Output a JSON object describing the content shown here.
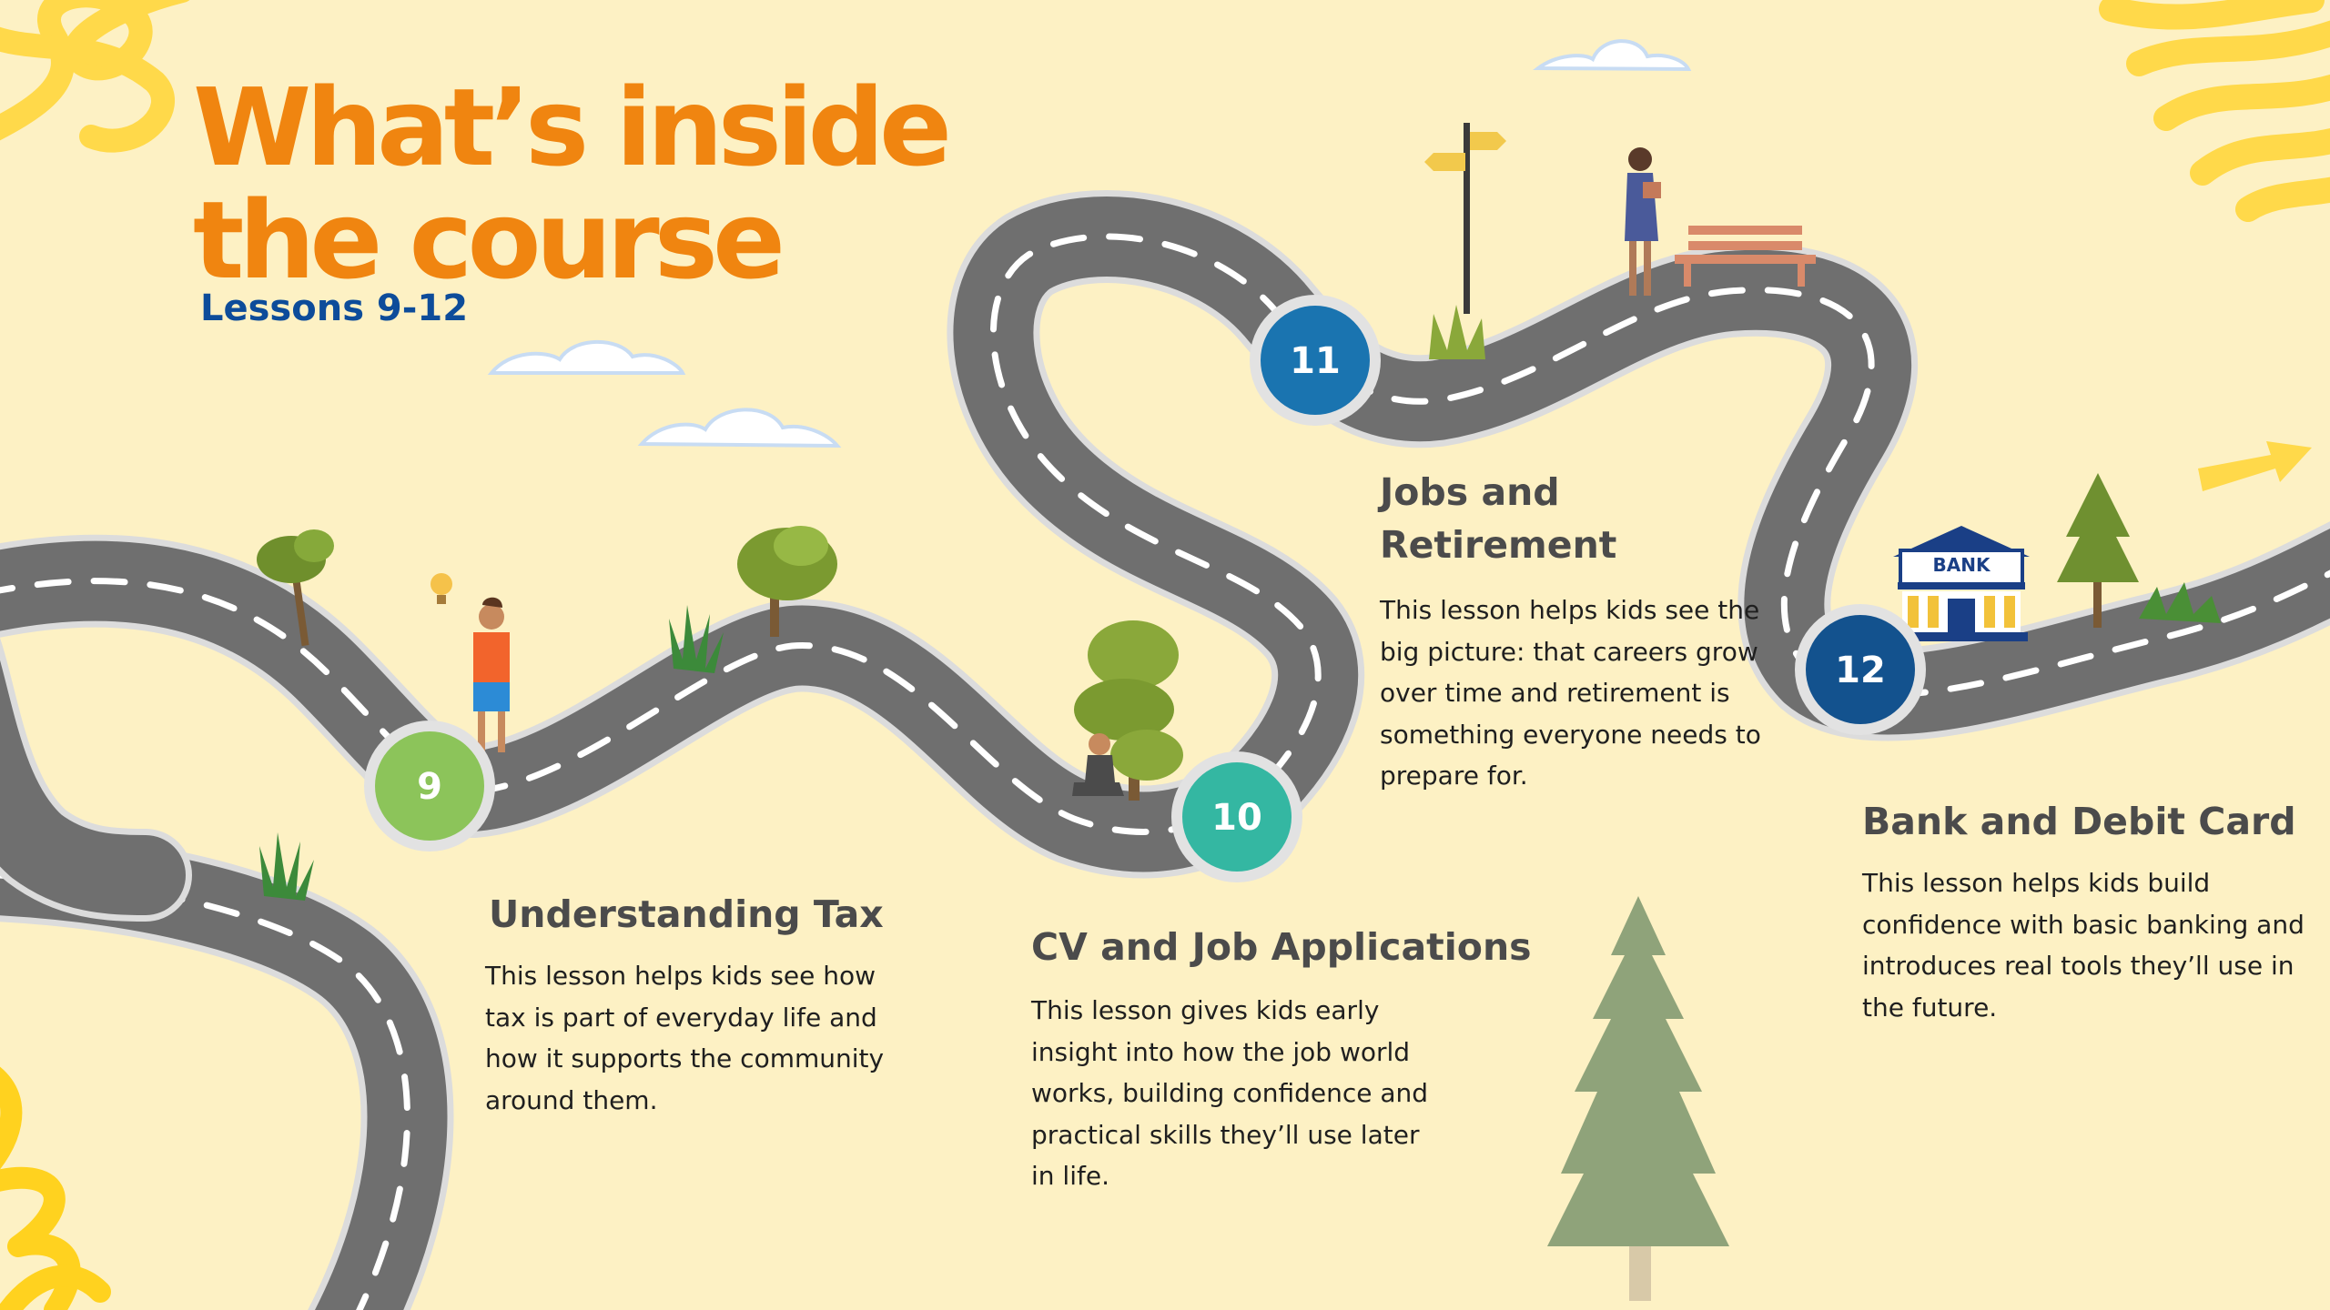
{
  "header": {
    "title": "What’s inside the course",
    "subtitle": "Lessons 9-12"
  },
  "lessons": [
    {
      "number": "9",
      "title": "Understanding Tax",
      "description": "This lesson helps kids see how tax is part of everyday life and how it supports the community around them.",
      "color": "#8cc45a"
    },
    {
      "number": "10",
      "title": "CV and Job Applications",
      "description": "This lesson gives kids early insight into how the job world works, building confidence and practical skills they’ll use later in life.",
      "color": "#34b7a2"
    },
    {
      "number": "11",
      "title": "Jobs and Retirement",
      "description": "This lesson helps kids see the big picture: that careers grow over time and retirement is something everyone needs to prepare for.",
      "color": "#1a74b0"
    },
    {
      "number": "12",
      "title": "Bank and Debit Card",
      "description": "This lesson helps kids build confidence with basic banking and introduces real tools they’ll use in the future.",
      "color": "#13528e"
    }
  ],
  "illustrations": {
    "bank_sign": "BANK"
  },
  "colors": {
    "background": "#fdf1c4",
    "title": "#f08510",
    "subtitle": "#0d4c9a",
    "road": "#6f6f6f",
    "road_edge": "#d9d9d9",
    "scribble": "#ffd21f"
  }
}
